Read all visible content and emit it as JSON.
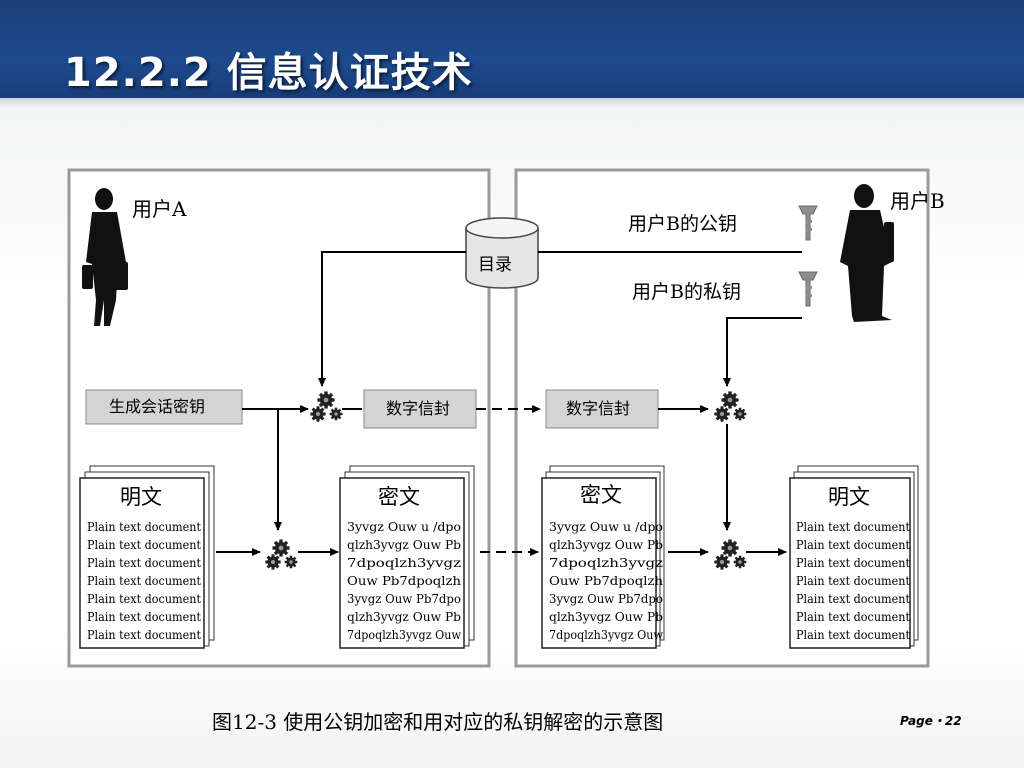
{
  "slide": {
    "title": "12.2.2  信息认证技术",
    "caption": "图12-3  使用公钥加密和用对应的私钥解密的示意图",
    "page": "Page・22"
  },
  "diagram": {
    "user_a": "用户A",
    "user_b": "用户B",
    "b_public_key": "用户B的公钥",
    "b_private_key": "用户B的私钥",
    "directory": "目录",
    "session_key": "生成会话密钥",
    "envelope_left": "数字信封",
    "envelope_right": "数字信封",
    "plaintext_left_title": "明文",
    "ciphertext_left_title": "密文",
    "ciphertext_right_title": "密文",
    "plaintext_right_title": "明文",
    "plain_lines": [
      "Plain text document",
      "Plain text document",
      "Plain text document",
      "Plain text document",
      "Plain text document",
      "Plain text document",
      "Plain text document"
    ],
    "cipher_lines": [
      "3yvgz  Ouw u /dpo",
      "qlzh3yvgz Ouw Pb",
      "7dpoqlzh3yvgz",
      "Ouw Pb7dpoqlzh",
      "3yvgz Ouw Pb7dpo",
      "qlzh3yvgz Ouw Pb",
      "7dpoqlzh3yvgz Ouw"
    ]
  }
}
